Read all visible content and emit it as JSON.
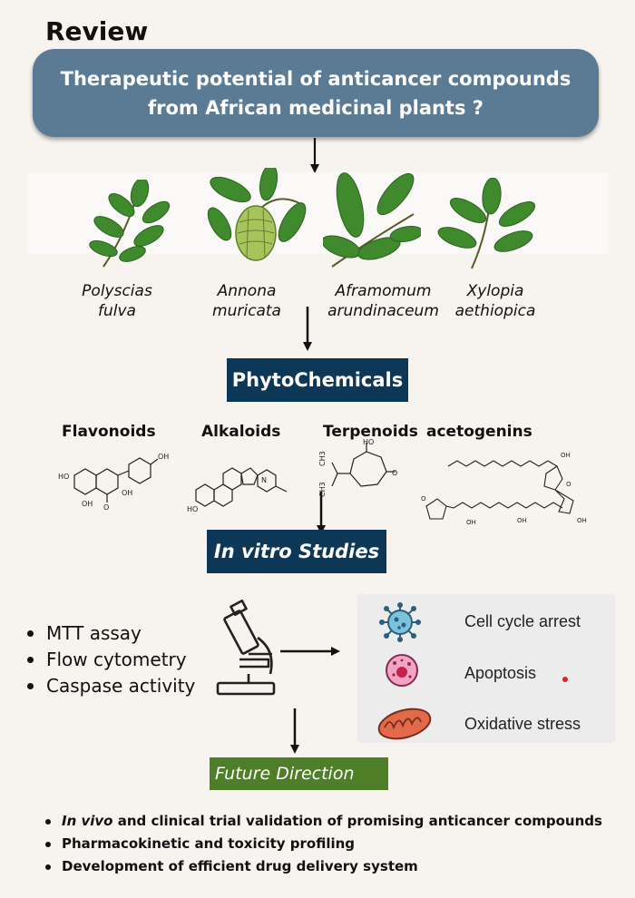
{
  "header": {
    "review_label": "Review"
  },
  "question": {
    "line1": "Therapeutic potential of anticancer compounds",
    "line2": "from African medicinal plants  ?"
  },
  "plants": [
    {
      "line1": "Polyscias",
      "line2": "fulva"
    },
    {
      "line1": "Annona",
      "line2": "muricata"
    },
    {
      "line1": "Aframomum",
      "line2": "arundinaceum"
    },
    {
      "line1": "Xylopia",
      "line2": "aethiopica"
    }
  ],
  "phytochemicals": {
    "label": "PhytoChemicals"
  },
  "compound_classes": [
    "Flavonoids",
    "Alkaloids",
    "Terpenoids",
    "acetogenins"
  ],
  "invitro": {
    "label_italic": "In vitro",
    "label_rest": " Studies"
  },
  "assays": [
    "MTT assay",
    "Flow cytometry",
    "Caspase activity"
  ],
  "effects": [
    "Cell cycle arrest",
    "Apoptosis",
    "Oxidative stress"
  ],
  "future": {
    "label": "Future Direction"
  },
  "directions": [
    {
      "italic": "In vivo",
      "rest": " and clinical trial validation of promising anticancer compounds"
    },
    {
      "italic": "",
      "rest": "Pharmacokinetic and toxicity profiling"
    },
    {
      "italic": "",
      "rest": "Development of efficient drug delivery system"
    }
  ],
  "colors": {
    "background": "#f7f3ef",
    "question_box": "#5b7a93",
    "navy_box": "#0d3757",
    "future_box": "#4f7e29",
    "leaf": "#3f8a2c"
  },
  "icons": [
    "leafy-branch-icon",
    "soursop-fruit-icon",
    "microscope-icon",
    "virus-cell-icon",
    "apoptotic-cell-icon",
    "mitochondrion-icon"
  ]
}
